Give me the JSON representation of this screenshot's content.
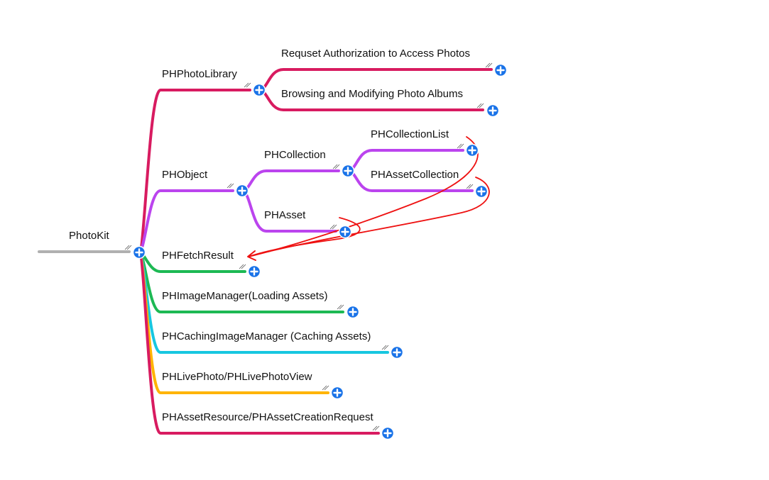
{
  "mindmap": {
    "root": {
      "label": "PhotoKit",
      "color": "#b0b0b0"
    },
    "branches": [
      {
        "label": "PHPhotoLibrary",
        "color": "#d81b60",
        "children": [
          {
            "label": "Requset Authorization to Access Photos"
          },
          {
            "label": "Browsing and Modifying Photo Albums"
          }
        ]
      },
      {
        "label": "PHObject",
        "color": "#bb44ee",
        "children": [
          {
            "label": "PHCollection",
            "children": [
              {
                "label": "PHCollectionList"
              },
              {
                "label": "PHAssetCollection"
              }
            ]
          },
          {
            "label": "PHAsset"
          }
        ]
      },
      {
        "label": "PHFetchResult",
        "color": "#1db954"
      },
      {
        "label": "PHImageManager(Loading Assets)",
        "color": "#1db954"
      },
      {
        "label": "PHCachingImageManager (Caching Assets)",
        "color": "#17c7e0"
      },
      {
        "label": "PHLivePhoto/PHLivePhotoView",
        "color": "#ffb400"
      },
      {
        "label": "PHAssetResource/PHAssetCreationRequest",
        "color": "#d81b60"
      }
    ]
  },
  "annotation_color": "#ee1111",
  "expand_button_color": "#1a73e8",
  "expand_icon": "plus-icon"
}
